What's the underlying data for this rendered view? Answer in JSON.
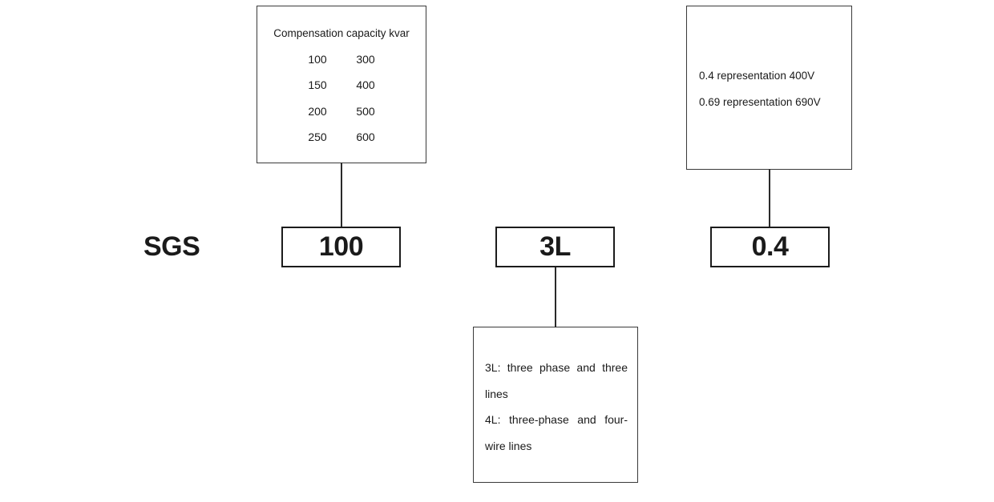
{
  "model_code": {
    "prefix": "SGS",
    "segments": [
      {
        "id": "capacity",
        "label": "100"
      },
      {
        "id": "phase",
        "label": "3L"
      },
      {
        "id": "voltage",
        "label": "0.4"
      }
    ]
  },
  "capacity_legend": {
    "title": "Compensation capacity kvar",
    "rows": [
      [
        "100",
        "300"
      ],
      [
        "150",
        "400"
      ],
      [
        "200",
        "500"
      ],
      [
        "250",
        "600"
      ]
    ]
  },
  "voltage_legend": {
    "lines": [
      "0.4 representation 400V",
      "0.69 representation 690V"
    ]
  },
  "phase_legend": {
    "paragraphs": [
      "3L: three phase and three lines",
      "4L: three-phase and four-wire lines"
    ]
  },
  "colors": {
    "background": "#ffffff",
    "text": "#1a1a1a",
    "box_border": "#3a3a3a",
    "code_box_border": "#1c1c1c"
  }
}
